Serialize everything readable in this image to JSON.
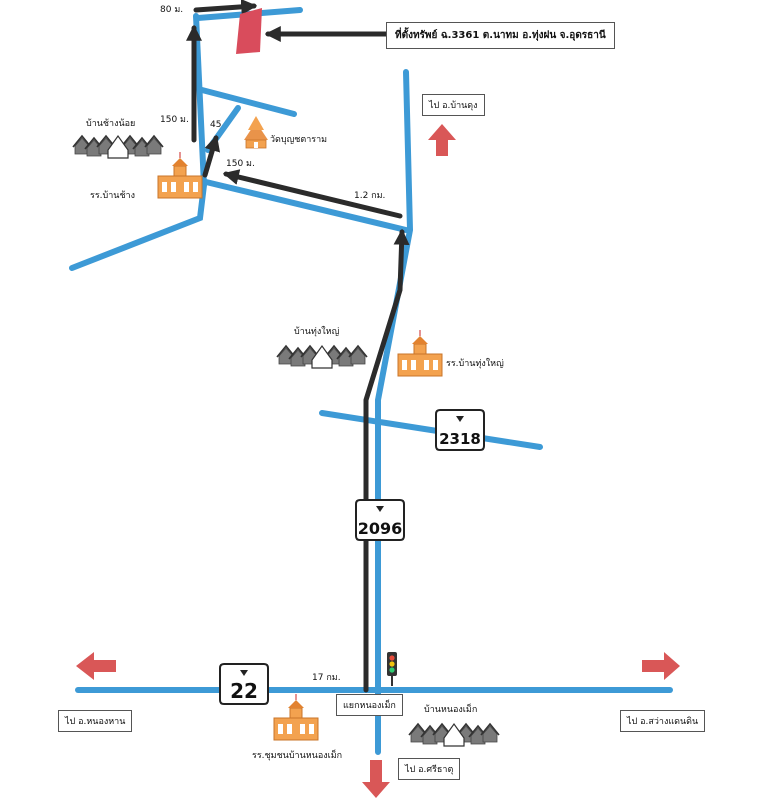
{
  "property_label": "ที่ตั้งทรัพย์ ฉ.3361 ต.นาทม อ.ทุ่งฝน จ.อุดรธานี",
  "directions": {
    "north": "ไป อ.บ้านดุง",
    "west": "ไป อ.หนองหาน",
    "east": "ไป อ.สว่างแดนดิน",
    "south": "ไป อ.ศรีธาตุ"
  },
  "places": {
    "village_chang_noi": "บ้านช้างน้อย",
    "temple": "วัดบุญชตาราม",
    "school_ban_chang": "รร.บ้านช้าง",
    "village_thung_yai": "บ้านทุ่งใหญ่",
    "school_thung_yai": "รร.บ้านทุ่งใหญ่",
    "village_nong_mek": "บ้านหนองเม็ก",
    "school_nong_mek": "รร.ชุมชนบ้านหนองเม็ก",
    "junction_nong_mek": "แยกหนองเม็ก"
  },
  "distances": {
    "d80": "80 ม.",
    "d150a": "150 ม.",
    "d45": "45",
    "d150b": "150 ม.",
    "d12": "1.2 กม.",
    "d17": "17 กม."
  },
  "route_shields": {
    "r22": "22",
    "r2096": "2096",
    "r2318": "2318"
  },
  "colors": {
    "road": "#3d9ad6",
    "route_arrow": "#2b2b2b",
    "direction_arrow": "#d95757",
    "property": "#d94c5c",
    "building": "#e9934a"
  },
  "icons": {
    "direction_arrow": "red-arrow-icon",
    "village": "village-houses-icon",
    "school": "school-icon",
    "temple": "temple-icon",
    "traffic_light": "traffic-light-icon",
    "route_shield": "route-shield-icon"
  }
}
